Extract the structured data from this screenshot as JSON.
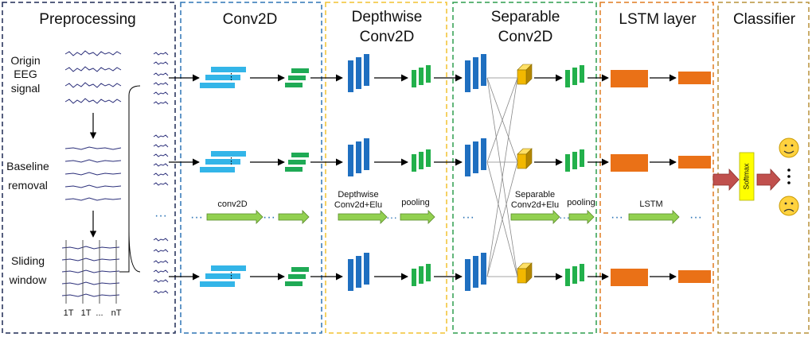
{
  "stages": [
    {
      "id": "preprocessing",
      "title": "Preprocessing",
      "color": "#1f2a55"
    },
    {
      "id": "conv2d",
      "title": "Conv2D",
      "color": "#2e75b6"
    },
    {
      "id": "depthwise",
      "title_line1": "Depthwise",
      "title_line2": "Conv2D",
      "color": "#f2c230"
    },
    {
      "id": "separable",
      "title_line1": "Separable",
      "title_line2": "Conv2D",
      "color": "#2e9d4e"
    },
    {
      "id": "lstm",
      "title": "LSTM layer",
      "color": "#e07b20"
    },
    {
      "id": "classifier",
      "title": "Classifier",
      "color": "#b8923a"
    }
  ],
  "preprocessing": {
    "origin_label": [
      "Origin",
      "EEG",
      "signal"
    ],
    "baseline_label": [
      "Baseline",
      "removal"
    ],
    "sliding_label": [
      "Sliding",
      "window"
    ],
    "window_ticks": [
      "1T",
      "1T",
      "...",
      "nT"
    ]
  },
  "ops": {
    "conv2d": "conv2D",
    "depthwise": [
      "Depthwise",
      "Conv2d+Elu"
    ],
    "pooling1": "pooling",
    "separable": [
      "Separable",
      "Conv2d+Elu"
    ],
    "pooling2": "pooling",
    "lstm": "LSTM",
    "softmax": "Softmax"
  },
  "colors": {
    "conv_block": "#33b5e8",
    "conv_out": "#1faa55",
    "depth_block": "#1f6fc0",
    "green_block": "#22b04b",
    "sep_cube": "#f2b800",
    "lstm_block": "#ea7117",
    "op_arrow": "#92d050",
    "softmax_bg": "#ffff00",
    "classifier_arrow": "#c0504d",
    "face": "#ffd23f"
  }
}
